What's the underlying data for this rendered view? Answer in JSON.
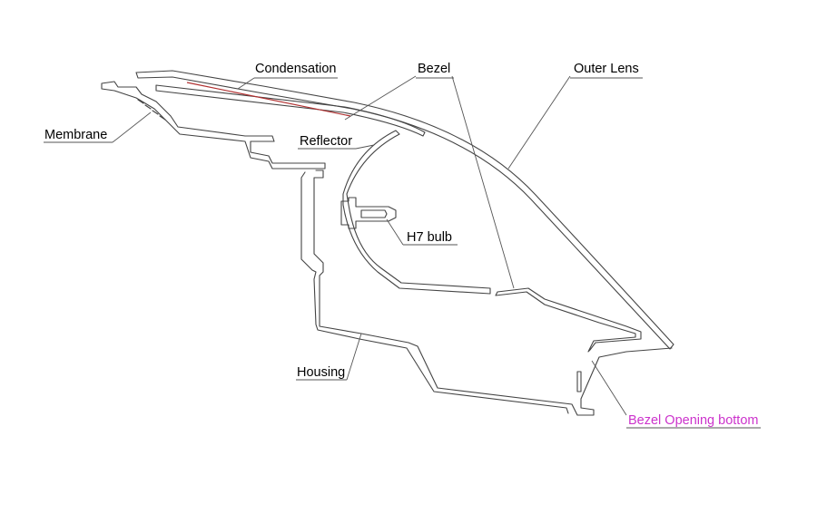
{
  "labels": {
    "condensation": "Condensation",
    "bezel": "Bezel",
    "outer_lens": "Outer Lens",
    "membrane": "Membrane",
    "reflector": "Reflector",
    "h7_bulb": "H7 bulb",
    "housing": "Housing",
    "bezel_opening_bottom": "Bezel Opening bottom"
  },
  "colors": {
    "outline": "#444444",
    "condensation": "#b03030",
    "accent_label": "#cc33cc"
  }
}
